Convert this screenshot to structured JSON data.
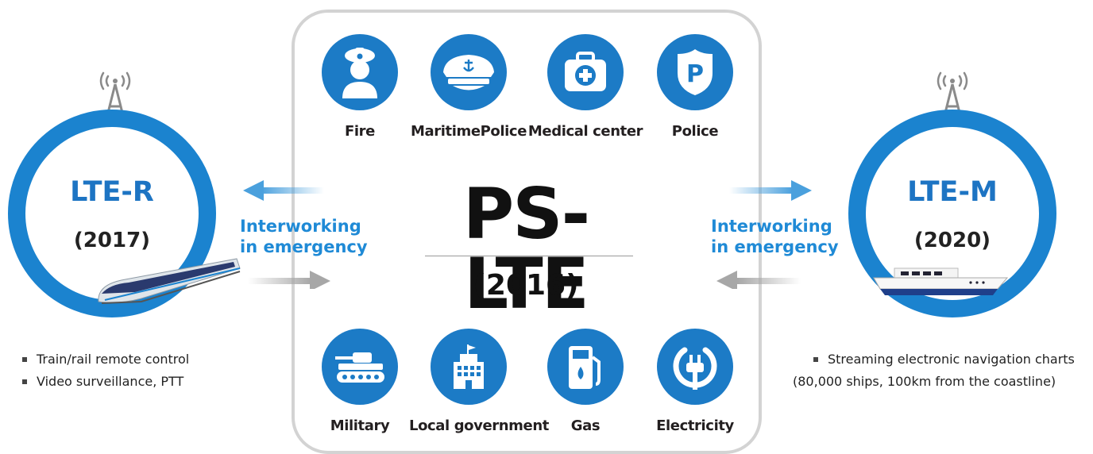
{
  "center": {
    "title": "PS-LTE",
    "year": "(2016)",
    "agencies_top": [
      {
        "label": "Fire",
        "icon": "firefighter-icon"
      },
      {
        "label": "MaritimePolice",
        "icon": "captain-hat-icon"
      },
      {
        "label": "Medical center",
        "icon": "medical-kit-icon"
      },
      {
        "label": "Police",
        "icon": "police-badge-icon"
      }
    ],
    "agencies_bottom": [
      {
        "label": "Military",
        "icon": "tank-icon"
      },
      {
        "label": "Local government",
        "icon": "building-icon"
      },
      {
        "label": "Gas",
        "icon": "gas-pump-icon"
      },
      {
        "label": "Electricity",
        "icon": "power-plug-icon"
      }
    ]
  },
  "left": {
    "name": "LTE-R",
    "year": "(2017)",
    "interworking_line1": "Interworking",
    "interworking_line2": "in emergency",
    "bullets": [
      "Train/rail remote control",
      "Video surveillance, PTT"
    ]
  },
  "right": {
    "name": "LTE-M",
    "year": "(2020)",
    "interworking_line1": "Interworking",
    "interworking_line2": "in emergency",
    "bullets": [
      "Streaming electronic navigation charts"
    ],
    "note": "(80,000 ships, 100km from the coastline)"
  },
  "colors": {
    "accent_blue": "#1c7bc6",
    "ring_blue": "#1b83cf",
    "text_blue": "#1f8ad6",
    "arrow_gray": "#a7a7a7",
    "box_border": "#d3d3d3"
  }
}
